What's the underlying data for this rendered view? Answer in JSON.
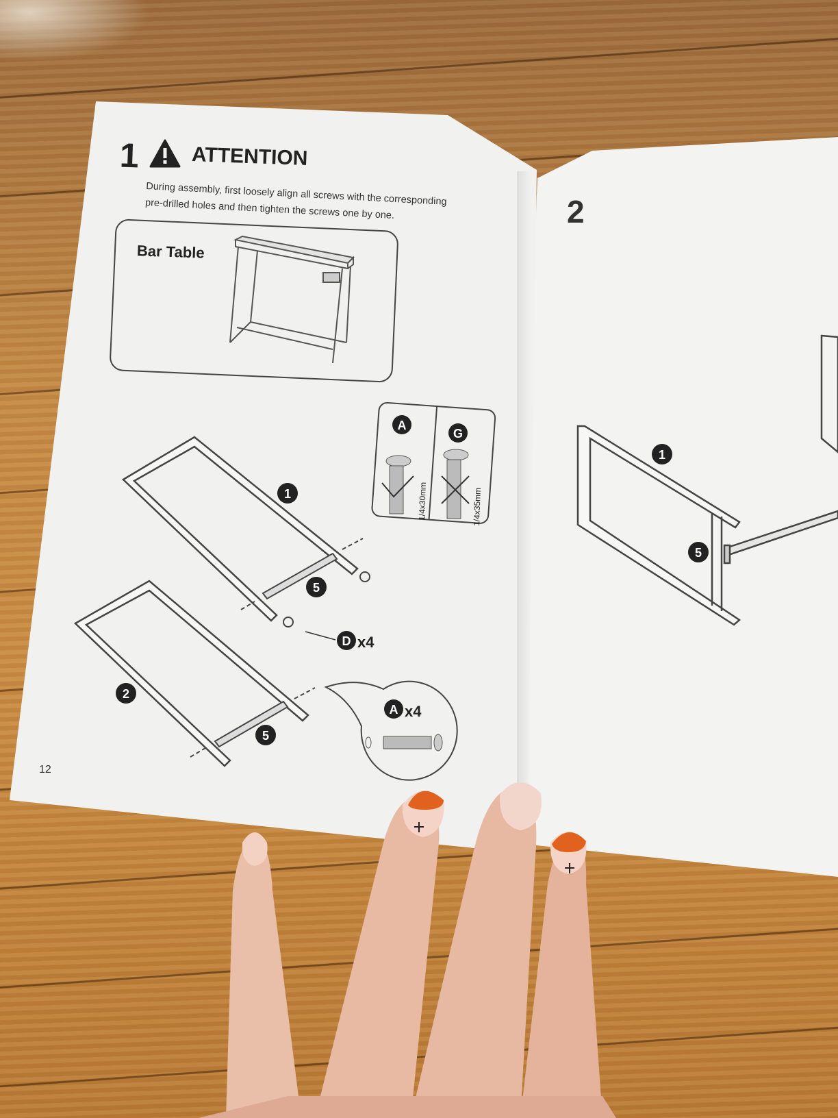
{
  "left_page": {
    "step_number": "1",
    "heading": "ATTENTION",
    "instruction_line1": "During assembly, first loosely align all screws with the corresponding",
    "instruction_line2": "pre-drilled holes and then tighten the screws one by one.",
    "product_label": "Bar Table",
    "page_number": "12",
    "screw_compare": {
      "left_id": "A",
      "left_size": "1/4x30mm",
      "right_id": "G",
      "right_size": "1/4x35mm"
    },
    "part_labels": {
      "frame_1": "1",
      "frame_2": "2",
      "bar_5_upper": "5",
      "bar_5_lower": "5"
    },
    "hardware_d": {
      "id": "D",
      "qty": "x4"
    },
    "hardware_a": {
      "id": "A",
      "qty": "x4"
    }
  },
  "right_page": {
    "step_number": "2",
    "part_labels": {
      "frame_1": "1",
      "bar_5": "5"
    }
  },
  "colors": {
    "paper": "#f1f1ef",
    "ink": "#222222",
    "floor": "#c48a46",
    "nail_orange": "#e0621e"
  }
}
